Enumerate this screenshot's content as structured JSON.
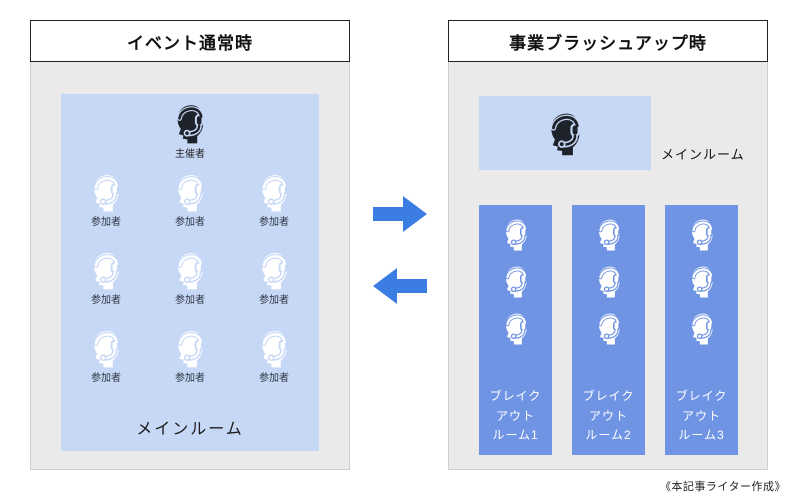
{
  "left_panel": {
    "title": "イベント通常時",
    "organizer_label": "主催者",
    "participant_label": "参加者",
    "room_label": "メインルーム"
  },
  "right_panel": {
    "title": "事業ブラッシュアップ時",
    "main_room_label": "メインルーム",
    "breakout_rooms": [
      {
        "label": "ブレイク\nアウト\nルーム1"
      },
      {
        "label": "ブレイク\nアウト\nルーム2"
      },
      {
        "label": "ブレイク\nアウト\nルーム3"
      }
    ]
  },
  "caption": "《本記事ライター作成》",
  "colors": {
    "panel_gray": "#eaeaea",
    "panel_border": "#cfcfcf",
    "light_blue": "#c7d8f6",
    "column_blue": "#7094e4",
    "arrow_blue": "#3c7de4",
    "dark_icon": "#1e232b"
  }
}
